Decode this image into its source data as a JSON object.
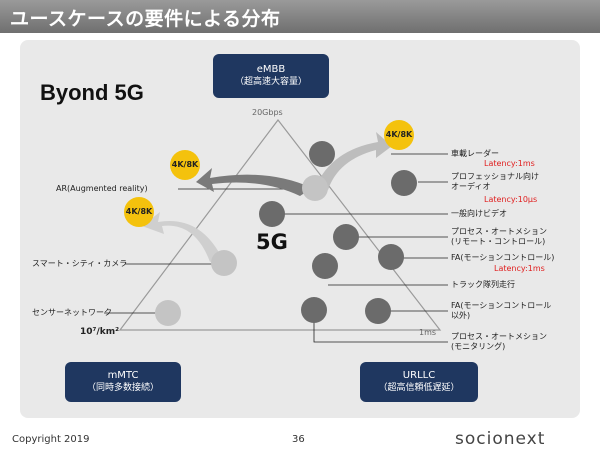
{
  "title": "ユースケースの要件による分布",
  "heading": "Byond 5G",
  "center_label": "5G",
  "corners": {
    "embb": {
      "line1": "eMBB",
      "line2": "（超高速大容量）",
      "axis": "20Gbps"
    },
    "mmtc": {
      "line1": "mMTC",
      "line2": "（同時多数接続）",
      "axis": "10⁷/km²"
    },
    "urllc": {
      "line1": "URLLC",
      "line2": "（超高信頼低遅延）",
      "axis": "1ms"
    }
  },
  "badges": [
    "4K/8K",
    "4K/8K",
    "4K/8K"
  ],
  "left_labels": {
    "ar": "AR(Augmented reality)",
    "smartcity": "スマート・シティ・カメラ",
    "sensor": "センサーネットワーク"
  },
  "right_labels": {
    "radar": "車載レーダー",
    "radar_latency": "Latency:1ms",
    "proaudio1": "プロフェッショナル向け",
    "proaudio2": "オーディオ",
    "proaudio_latency": "Latency:10μs",
    "video": "一般向けビデオ",
    "process1": "プロセス・オートメション",
    "process2": "(リモート・コントロール)",
    "fa1": "FA(モーションコントロール)",
    "fa1_latency": "Latency:1ms",
    "truck": "トラック隊列走行",
    "fa2a": "FA(モーションコントロール",
    "fa2b": "以外)",
    "process3a": "プロセス・オートメション",
    "process3b": "(モニタリング)"
  },
  "footer": {
    "copyright": "Copyright 2019",
    "page": "36",
    "brand": "socionext"
  },
  "colors": {
    "navy": "#1f3760",
    "badge": "#f4c20d",
    "latency": "#e02020",
    "dot_dark": "#6b6b6b",
    "dot_light": "#bdbdbd"
  }
}
